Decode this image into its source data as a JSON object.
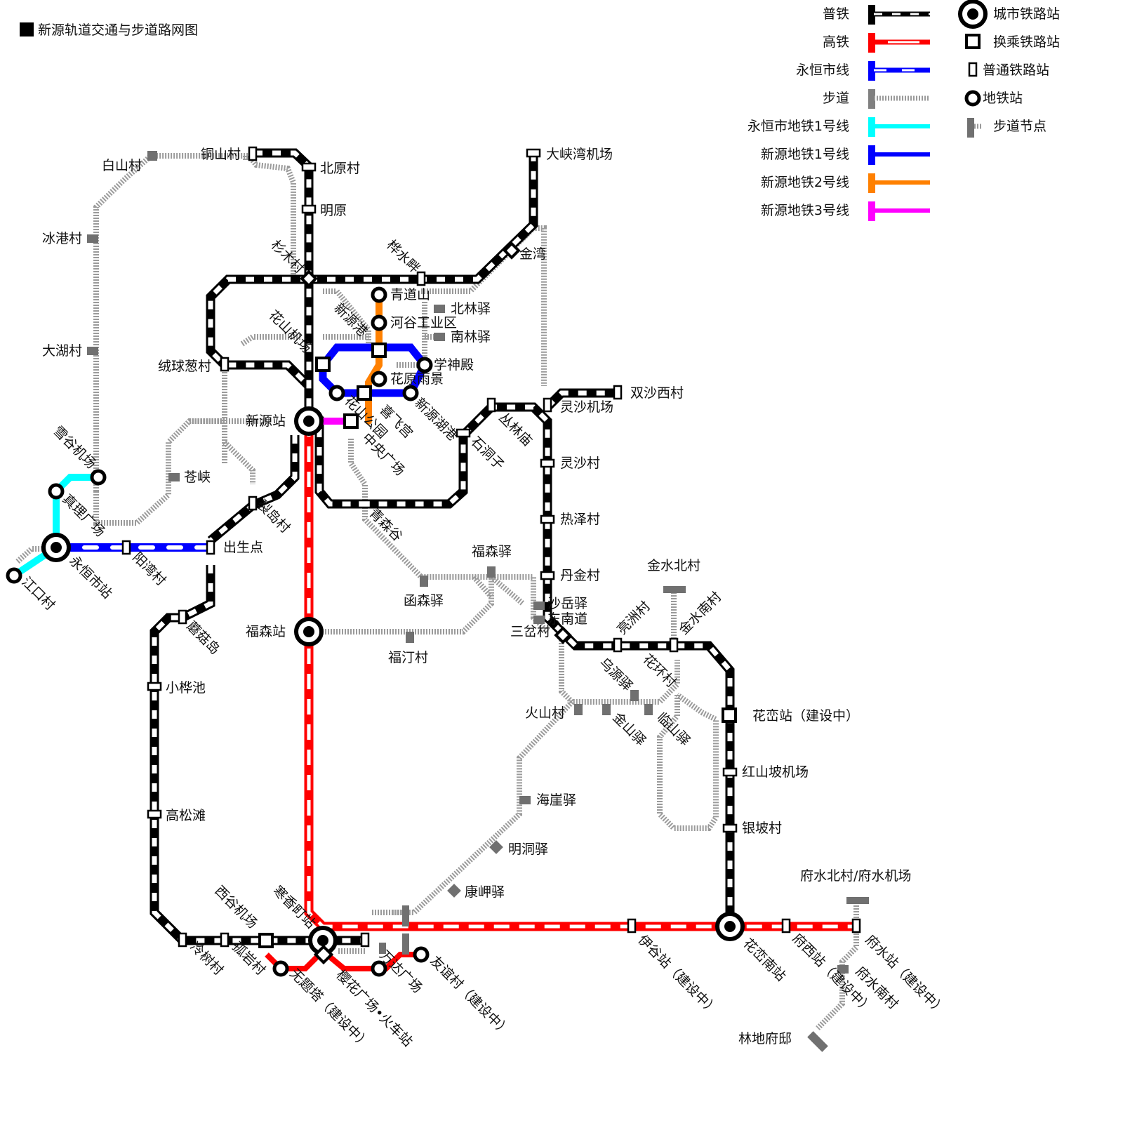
{
  "title": "新源轨道交通与步道路网图",
  "legend": {
    "lines": [
      {
        "key": "rail",
        "label": "普铁",
        "color": "#000000"
      },
      {
        "key": "hsr",
        "label": "高铁",
        "color": "#ff0000"
      },
      {
        "key": "yongheng_line",
        "label": "永恒市线",
        "color": "#0000ff"
      },
      {
        "key": "trail",
        "label": "步道",
        "color": "#808080"
      },
      {
        "key": "yh_metro1",
        "label": "永恒市地铁1号线",
        "color": "#00ffff"
      },
      {
        "key": "xy_metro1",
        "label": "新源地铁1号线",
        "color": "#0000ff"
      },
      {
        "key": "xy_metro2",
        "label": "新源地铁2号线",
        "color": "#ff8000"
      },
      {
        "key": "xy_metro3",
        "label": "新源地铁3号线",
        "color": "#ff00ff"
      }
    ],
    "symbols": [
      {
        "icon": "city-station-icon",
        "label": "城市铁路站"
      },
      {
        "icon": "transfer-station-icon",
        "label": "换乘铁路站"
      },
      {
        "icon": "rail-station-icon",
        "label": "普通铁路站"
      },
      {
        "icon": "metro-station-icon",
        "label": "地铁站"
      },
      {
        "icon": "trail-node-icon",
        "label": "步道节点"
      }
    ]
  },
  "stations": {
    "tongshan": "铜山村",
    "baishan": "白山村",
    "beiyuan": "北原村",
    "mingyuan": "明原",
    "binggang": "冰港村",
    "dahu": "大湖村",
    "shanmu": "杉木村",
    "huashui": "桦水畔",
    "daxiawan": "大峡湾机场",
    "jinwan": "金湾",
    "qingdaoshan": "青道山",
    "beilin": "北林驿",
    "xinyuangang": "新源港",
    "hegu": "河谷工业区",
    "nanlin": "南林驿",
    "huashan_airport": "花山机场",
    "rongqiu": "绒球葱村",
    "xueshendian": "学神殿",
    "huayuan_yujing": "花原雨景",
    "shuangsha_west": "双沙西村",
    "lingsha_airport": "灵沙机场",
    "xinyuan": "新源站",
    "huashan_park": "花山公园",
    "xifei": "喜飞宫",
    "xinyuan_lake": "新源湖港",
    "congling": "丛林庙",
    "central_square": "中央广场",
    "shidongzi": "石洞子",
    "lingsha_village": "灵沙村",
    "xuegu_airport": "雪谷机场",
    "cangxia": "苍峡",
    "zhenli": "真理广场",
    "liedao": "裂岛村",
    "reze": "热泽村",
    "yongheng": "永恒市站",
    "yangwan": "阳湾村",
    "chusheng": "出生点",
    "qingsengu": "青森谷",
    "jiangkou": "江口村",
    "fusen_yi": "福森驿",
    "danjin": "丹金村",
    "hansen": "函森驿",
    "jinshui_north": "金水北村",
    "shayue": "沙岳驿",
    "dongnan": "东南道",
    "mogu": "蘑菇岛",
    "fusen": "福森站",
    "sancha": "三岔村",
    "liangzhou": "亮洲村",
    "jinshui_south": "金水南村",
    "futing": "福汀村",
    "wuyuan": "乌源驿",
    "huahuan": "花环村",
    "xiaohuachi": "小桦池",
    "huoshan": "火山村",
    "huaman_building": "花峦站（建设中）",
    "jinshan": "金山驿",
    "linshan": "临山驿",
    "hongshanpo": "红山坡机场",
    "haiya": "海崖驿",
    "gaosongtan": "高松滩",
    "yinpo": "银坡村",
    "mingdong": "明洞驿",
    "fushui_north": "府水北村/府水机场",
    "kangxia": "康岬驿",
    "xigu": "西谷机场",
    "hanxiangting": "寒香町站",
    "lengshu": "冷树村",
    "guyan": "孤岩村",
    "wutita": "无题塔（建设中）",
    "yinghua": "樱花广场•火车站",
    "wanda": "万达广场",
    "youyi": "友谊村（建设中）",
    "yigu": "伊谷站（建设中）",
    "huaman_south": "花峦南站",
    "fuxi": "府西站（建设中）",
    "fushui": "府水站（建设中）",
    "fushui_south": "府水南村",
    "lindi": "林地府邸"
  }
}
